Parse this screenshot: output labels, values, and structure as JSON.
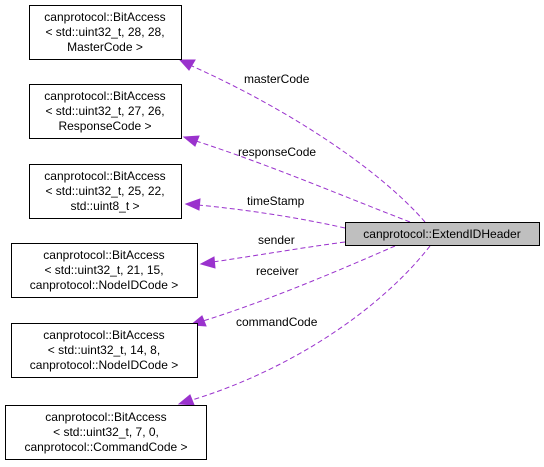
{
  "main_class": {
    "label": "canprotocol::ExtendIDHeader"
  },
  "nodes": [
    {
      "lines": [
        "canprotocol::BitAccess",
        "< std::uint32_t, 28, 28,",
        "MasterCode >"
      ]
    },
    {
      "lines": [
        "canprotocol::BitAccess",
        "< std::uint32_t, 27, 26,",
        "ResponseCode >"
      ]
    },
    {
      "lines": [
        "canprotocol::BitAccess",
        "< std::uint32_t, 25, 22,",
        "std::uint8_t >"
      ]
    },
    {
      "lines": [
        "canprotocol::BitAccess",
        "< std::uint32_t, 21, 15,",
        "canprotocol::NodeIDCode >"
      ]
    },
    {
      "lines": [
        "canprotocol::BitAccess",
        "< std::uint32_t, 14, 8,",
        "canprotocol::NodeIDCode >"
      ]
    },
    {
      "lines": [
        "canprotocol::BitAccess",
        "< std::uint32_t, 7, 0,",
        "canprotocol::CommandCode >"
      ]
    }
  ],
  "edges": [
    {
      "label": "masterCode"
    },
    {
      "label": "responseCode"
    },
    {
      "label": "timeStamp"
    },
    {
      "label": "sender"
    },
    {
      "label": "receiver"
    },
    {
      "label": "commandCode"
    }
  ],
  "colors": {
    "edge": "#9a32cd",
    "main_fill": "#bfbfbf",
    "box_stroke": "#000000"
  }
}
